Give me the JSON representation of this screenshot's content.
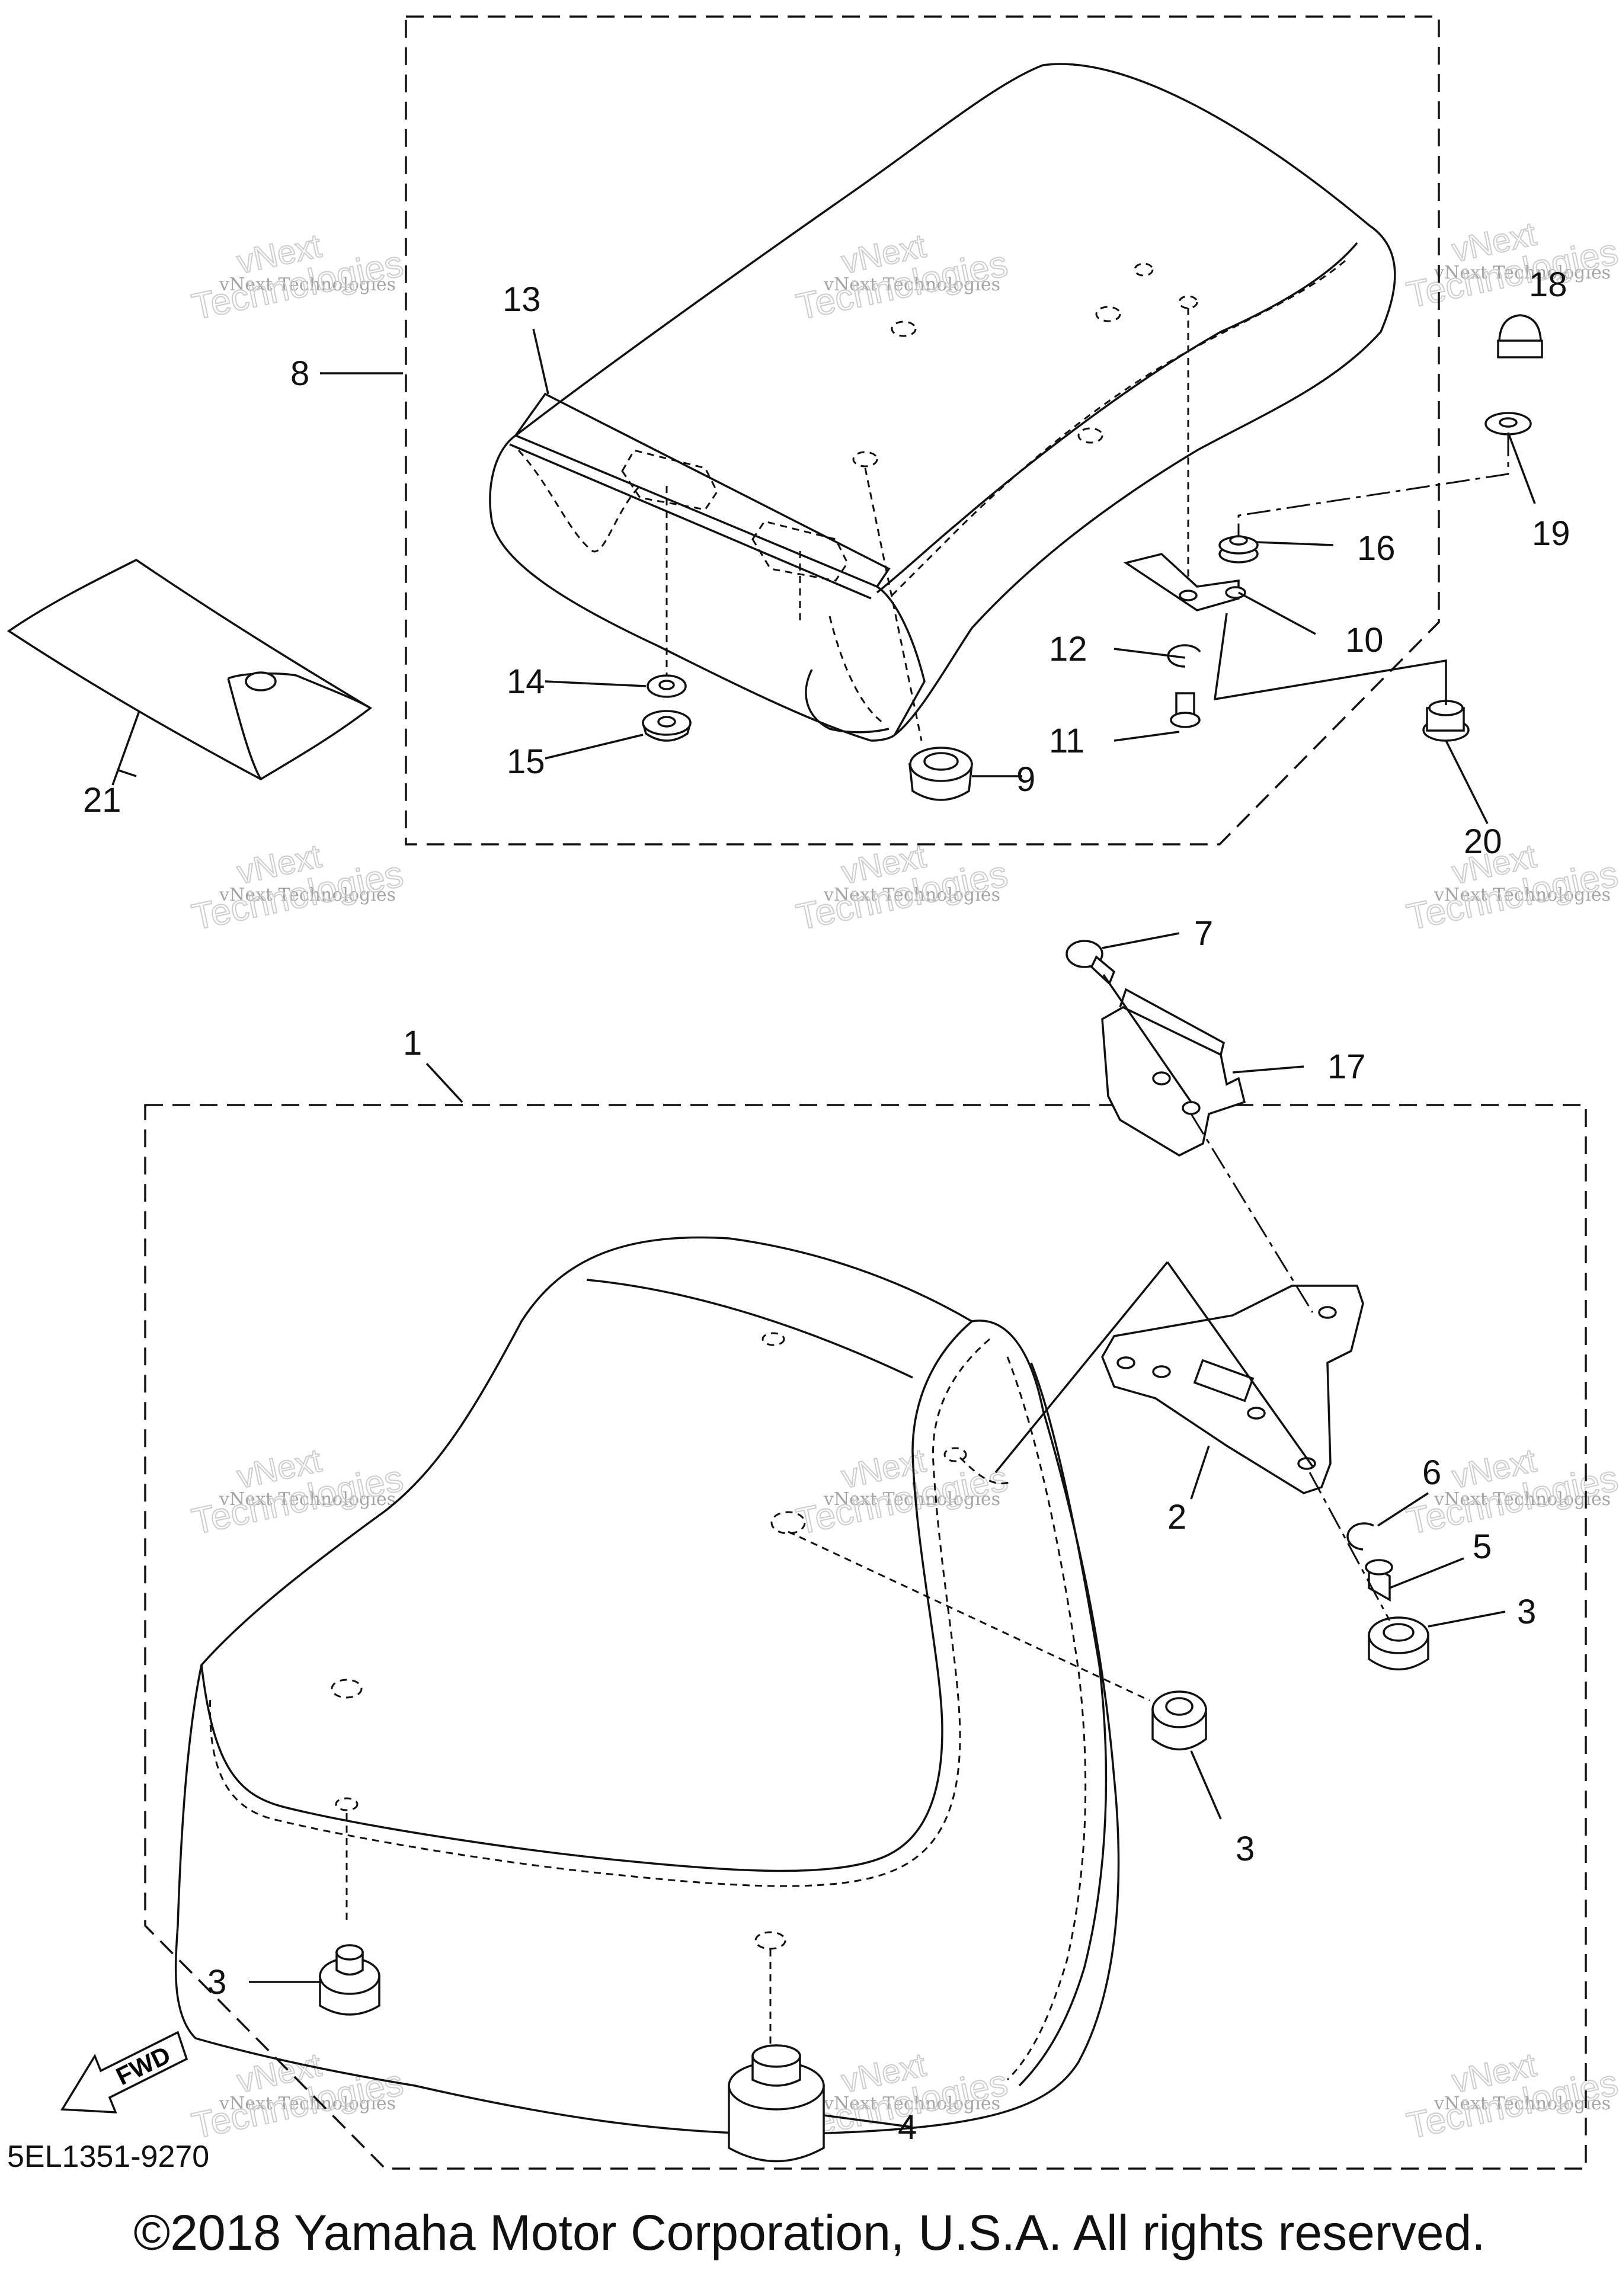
{
  "callouts": {
    "c1": "1",
    "c2": "2",
    "c3a": "3",
    "c3b": "3",
    "c3c": "3",
    "c4": "4",
    "c5": "5",
    "c6": "6",
    "c7": "7",
    "c8": "8",
    "c9": "9",
    "c10": "10",
    "c11": "11",
    "c12": "12",
    "c13": "13",
    "c14": "14",
    "c15": "15",
    "c16": "16",
    "c17": "17",
    "c18": "18",
    "c19": "19",
    "c20": "20",
    "c21": "21"
  },
  "watermark": {
    "small": "vNext Technologies",
    "big_top": "vNext",
    "big_bottom": "Technologies"
  },
  "fwd_label": "FWD",
  "part_code": "5EL1351-9270",
  "copyright": "©2018 Yamaha Motor Corporation, U.S.A. All rights reserved."
}
